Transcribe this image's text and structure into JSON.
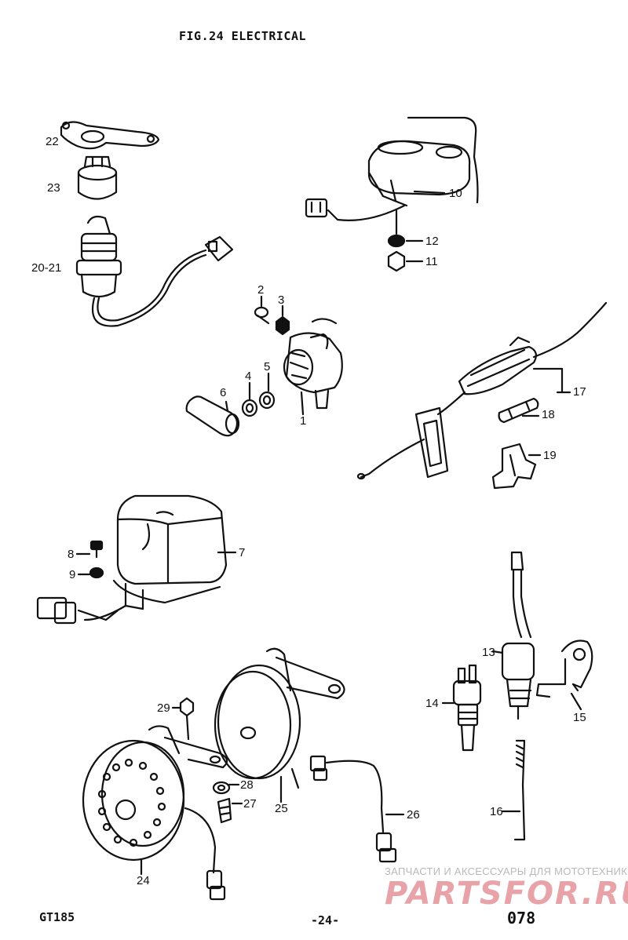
{
  "header": {
    "title": "FIG.24  ELECTRICAL"
  },
  "footer": {
    "model": "GT185",
    "page": "-24-",
    "number": "078"
  },
  "watermark": {
    "line1": "ЗАПЧАСТИ И АКСЕССУАРЫ ДЛЯ МОТОТЕХНИКИ",
    "line2": "PARTSFOR.RU"
  },
  "callouts": {
    "c1": "1",
    "c2": "2",
    "c3": "3",
    "c4": "4",
    "c5": "5",
    "c6": "6",
    "c7": "7",
    "c8": "8",
    "c9": "9",
    "c10": "10",
    "c11": "11",
    "c12": "12",
    "c13": "13",
    "c14": "14",
    "c15": "15",
    "c16": "16",
    "c17": "17",
    "c18": "18",
    "c19": "19",
    "c20_21": "20-21",
    "c22": "22",
    "c23": "23",
    "c24": "24",
    "c25": "25",
    "c26": "26",
    "c27": "27",
    "c28": "28",
    "c29": "29"
  }
}
